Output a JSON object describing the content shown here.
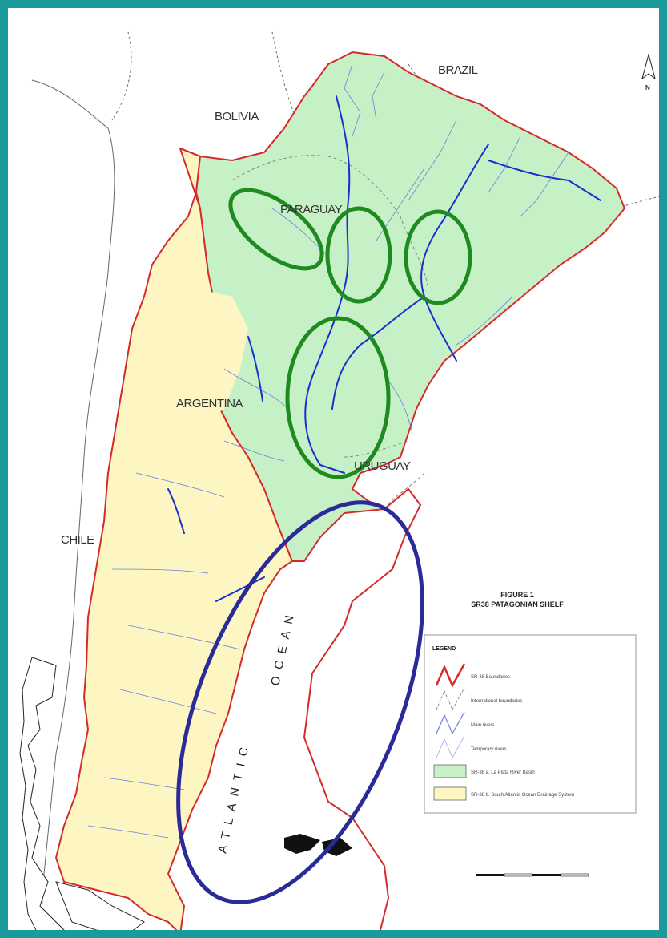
{
  "colors": {
    "frame": "#1a9a9a",
    "la_plata_basin": "#c6f0c6",
    "south_atlantic": "#fdf6c3",
    "boundary": "#d62a2a",
    "rivers": "#1a2fd0",
    "green_highlight": "#1f8a1f",
    "blue_highlight": "#2a2a99"
  },
  "countries": {
    "bolivia": "BOLIVIA",
    "brazil": "BRAZIL",
    "paraguay": "PARAGUAY",
    "argentina": "ARGENTINA",
    "uruguay": "URUGUAY",
    "chile": "CHILE"
  },
  "ocean": {
    "word1": "ATLANTIC",
    "word2": "OCEAN"
  },
  "north_arrow": {
    "letter": "N",
    "icon": "north-arrow-icon"
  },
  "figure": {
    "number": "FIGURE 1",
    "title": "SR38 PATAGONIAN SHELF"
  },
  "legend": {
    "title": "LEGEND",
    "items": [
      {
        "icon": "red-boundary-line-icon",
        "label": "SR-38 Boundaries"
      },
      {
        "icon": "dashed-line-icon",
        "label": "International boundaries"
      },
      {
        "icon": "main-river-line-icon",
        "label": "Main rivers"
      },
      {
        "icon": "temporary-river-line-icon",
        "label": "Temporary rivers"
      },
      {
        "icon": "green-swatch-icon",
        "label": "SR-38 a. La Plata River Basin"
      },
      {
        "icon": "yellow-swatch-icon",
        "label": "SR-38 b. South Atlantic Ocean Drainage System"
      }
    ]
  },
  "highlights": {
    "green_ellipses": 4,
    "blue_ellipses": 1
  }
}
